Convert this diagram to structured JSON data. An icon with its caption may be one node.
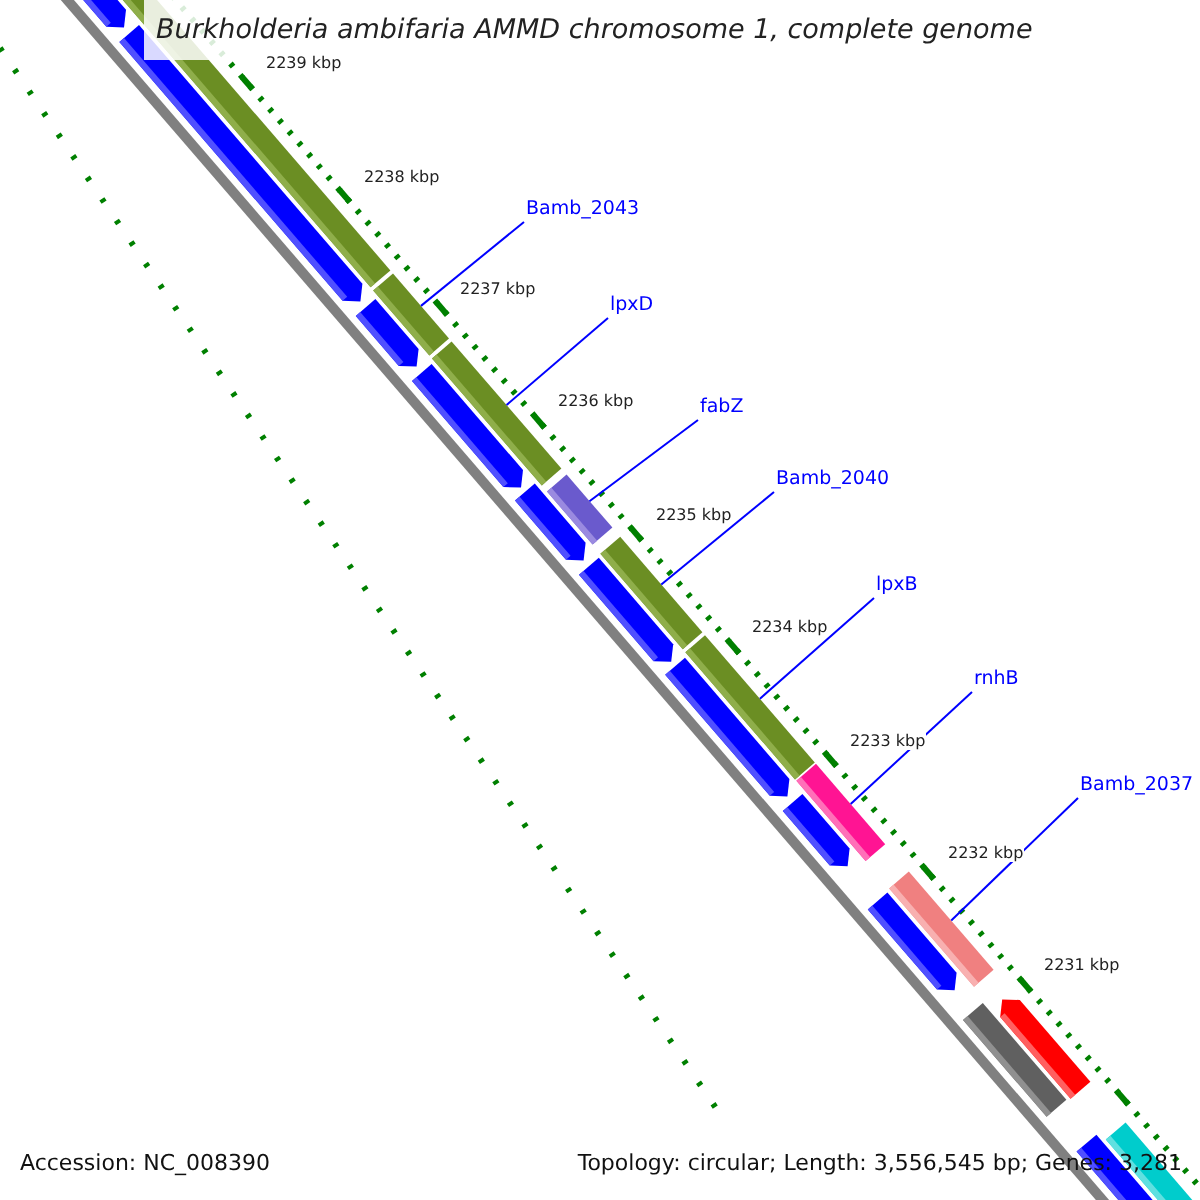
{
  "diagram": {
    "title": "Burkholderia ambifaria AMMD chromosome 1, complete genome",
    "nodes": [
      {
        "text": [
          "Bamb_2043"
        ]
      },
      {
        "text": [
          "lpxD"
        ]
      },
      {
        "text": [
          "fabZ"
        ]
      },
      {
        "text": [
          "Bamb_2040"
        ]
      },
      {
        "text": [
          "lpxB"
        ]
      },
      {
        "text": [
          "rnhB"
        ]
      },
      {
        "text": [
          "Bamb_2037"
        ]
      },
      {
        "text": [],
        "shape": "bar"
      },
      {
        "text": [],
        "shape": "bar"
      },
      {
        "text": [],
        "shape": "bar"
      },
      {
        "text": [],
        "shape": "bar"
      },
      {
        "text": [],
        "shape": "bar"
      },
      {
        "text": [],
        "shape": "bar"
      },
      {
        "text": [],
        "shape": "bar"
      }
    ],
    "edges": [
      {
        "from": 0,
        "to": 7,
        "arrow": "none"
      },
      {
        "from": 1,
        "to": 8,
        "arrow": "none"
      },
      {
        "from": 2,
        "to": 9,
        "arrow": "none"
      },
      {
        "from": 3,
        "to": 10,
        "arrow": "none"
      },
      {
        "from": 4,
        "to": 11,
        "arrow": "none"
      },
      {
        "from": 5,
        "to": 12,
        "arrow": "none"
      },
      {
        "from": 6,
        "to": 13,
        "arrow": "none"
      }
    ],
    "labels": [
      "2239 kbp",
      "2238 kbp",
      "2237 kbp",
      "2236 kbp",
      "2235 kbp",
      "2234 kbp",
      "2233 kbp",
      "2232 kbp",
      "2231 kbp",
      "Accession: NC_008390",
      "Topology: circular; Length: 3,556,545 bp; Genes: 3,281"
    ]
  }
}
